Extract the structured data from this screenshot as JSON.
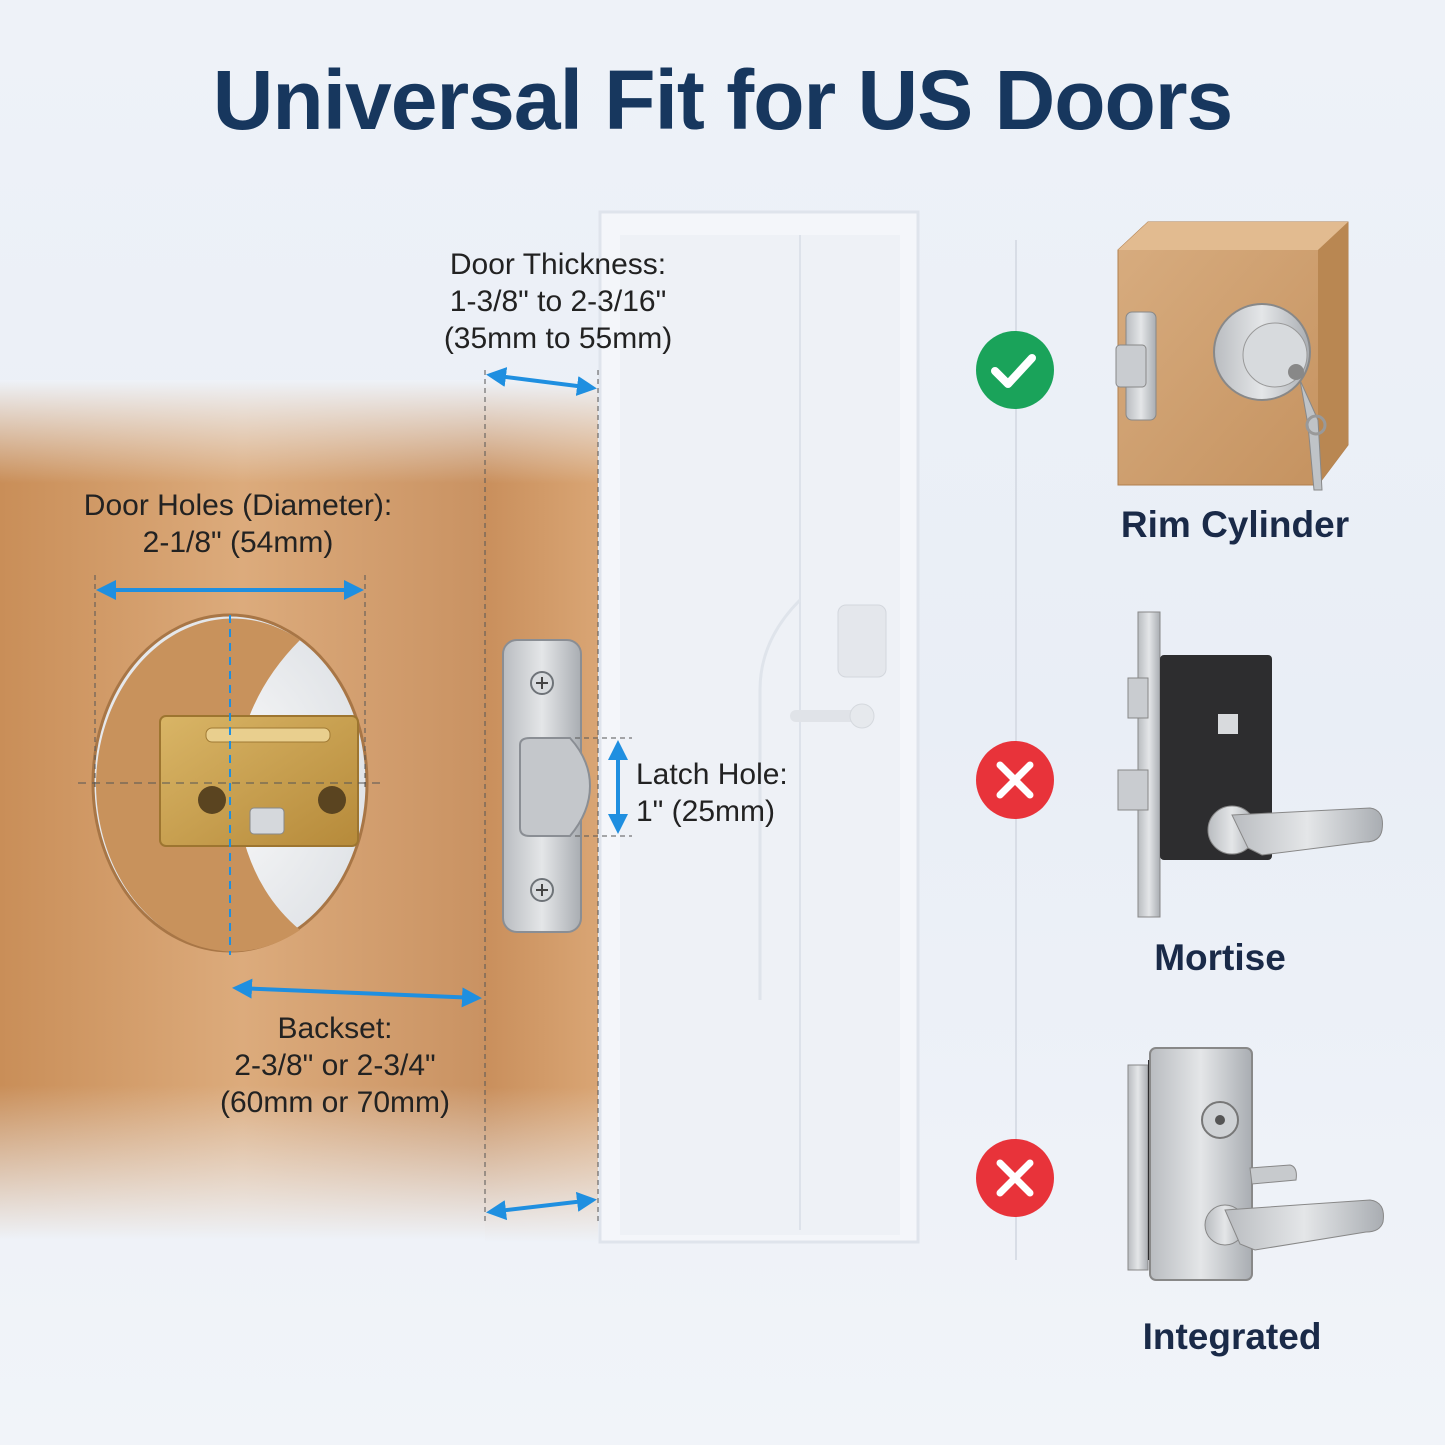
{
  "title": "Universal Fit for US Doors",
  "colors": {
    "title": "#17375e",
    "dimension_arrow": "#1f8fe0",
    "check": "#1aa35a",
    "cross": "#e8333a",
    "label": "#1a2a48",
    "wood": "#d9a878"
  },
  "dimensions": {
    "door_thickness": {
      "label": "Door Thickness:",
      "imperial": "1-3/8\" to 2-3/16\"",
      "metric": "(35mm to 55mm)"
    },
    "door_holes": {
      "label": "Door Holes (Diameter):",
      "value": "2-1/8\" (54mm)"
    },
    "latch_hole": {
      "label": "Latch Hole:",
      "value": "1\" (25mm)"
    },
    "backset": {
      "label": "Backset:",
      "imperial": "2-3/8\" or 2-3/4\"",
      "metric": "(60mm or 70mm)"
    }
  },
  "lock_types": [
    {
      "name": "Rim Cylinder",
      "compatible": true,
      "status_icon": "check-icon"
    },
    {
      "name": "Mortise",
      "compatible": false,
      "status_icon": "cross-icon"
    },
    {
      "name": "Integrated",
      "compatible": false,
      "status_icon": "cross-icon"
    }
  ]
}
